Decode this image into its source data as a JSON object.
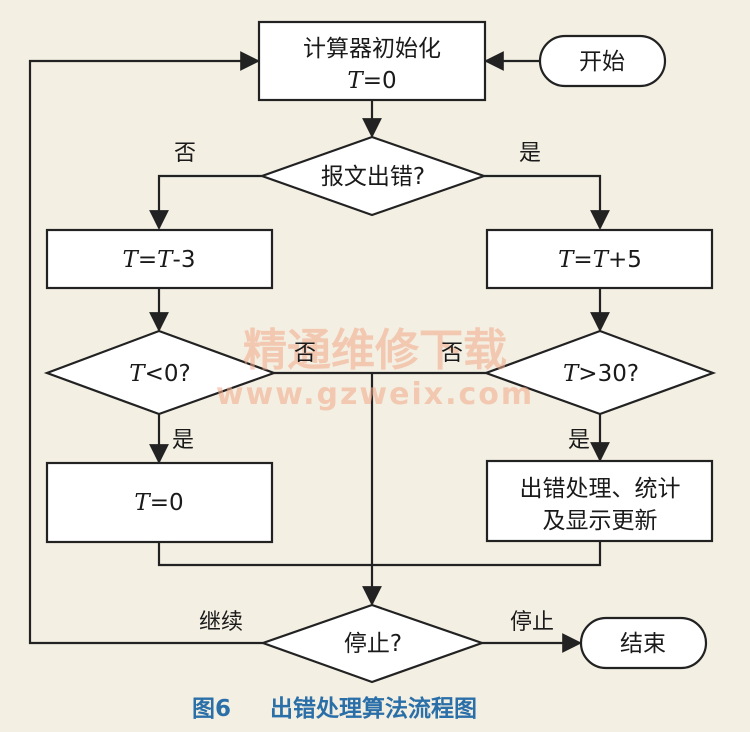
{
  "nodes": {
    "start": "开始",
    "init_line1": "计算器初始化",
    "init_var": "T",
    "init_rest": "=0",
    "decision_error": "报文出错?",
    "minus_v1": "T",
    "minus_eq": "=",
    "minus_v2": "T",
    "minus_rest": "-3",
    "plus_v1": "T",
    "plus_eq": "=",
    "plus_v2": "T",
    "plus_rest": "+5",
    "lt_var": "T",
    "lt_rest": "<0?",
    "gt_var": "T",
    "gt_rest": ">30?",
    "reset_var": "T",
    "reset_rest": "=0",
    "process_line1": "出错处理、统计",
    "process_line2": "及显示更新",
    "stop_decision": "停止?",
    "end": "结束"
  },
  "edges": {
    "no_left": "否",
    "yes_right": "是",
    "lt_no": "否",
    "lt_yes": "是",
    "gt_no": "否",
    "gt_yes": "是",
    "continue": "继续",
    "stop": "停止"
  },
  "watermark": {
    "line1": "精通维修下载",
    "line2": "www.gzweix.com"
  },
  "caption": {
    "number": "图6",
    "title": "出错处理算法流程图"
  }
}
